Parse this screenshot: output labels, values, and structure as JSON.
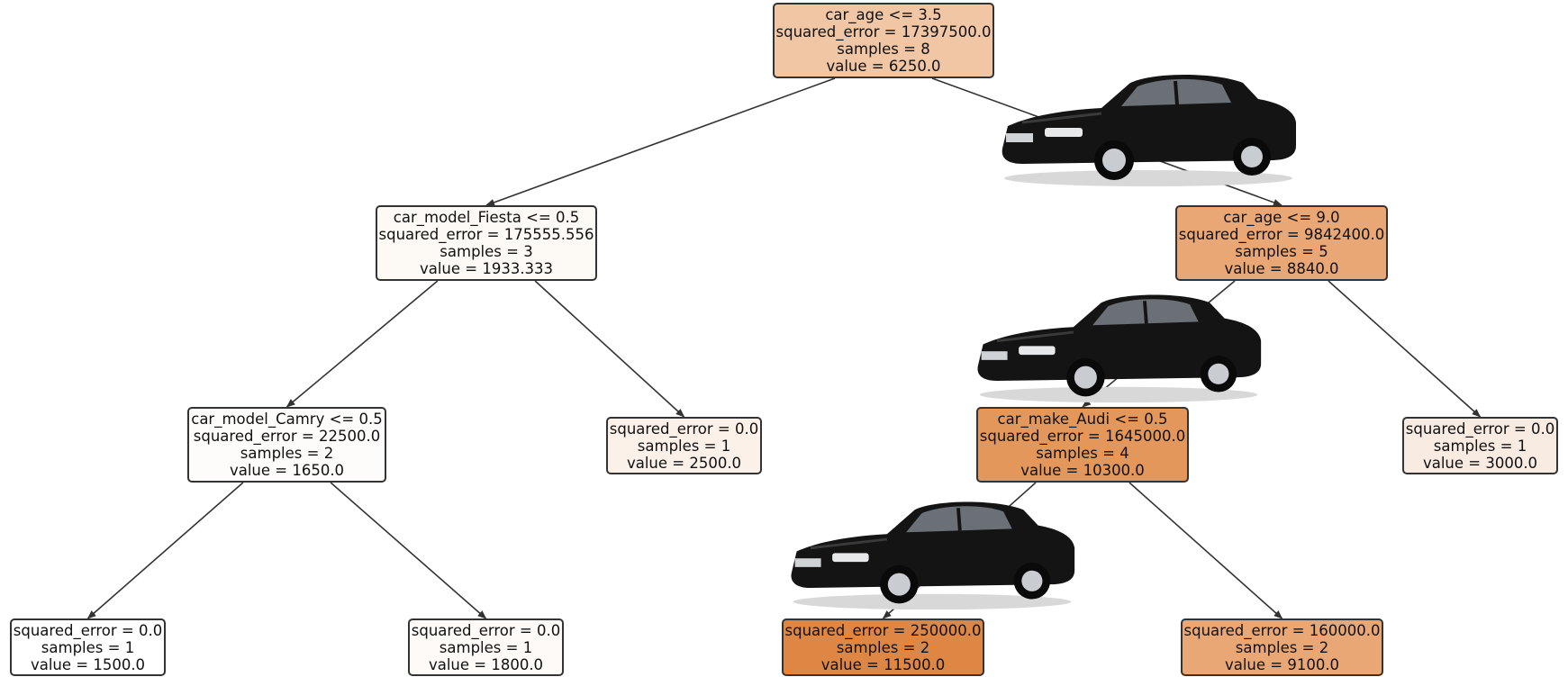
{
  "nodes": [
    {
      "id": "n0",
      "fill": "#f0c6a5",
      "condition": "car_age <= 3.5",
      "squared_error": "squared_error = 17397500.0",
      "samples": "samples = 8",
      "value": "value = 6250.0"
    },
    {
      "id": "n1",
      "fill": "#fdf9f5",
      "condition": "car_model_Fiesta <= 0.5",
      "squared_error": "squared_error = 175555.556",
      "samples": "samples = 3",
      "value": "value = 1933.333"
    },
    {
      "id": "n2",
      "fill": "#fefcfa",
      "condition": "car_model_Camry <= 0.5",
      "squared_error": "squared_error = 22500.0",
      "samples": "samples = 2",
      "value": "value = 1650.0"
    },
    {
      "id": "n3",
      "fill": "#ffffff",
      "squared_error": "squared_error = 0.0",
      "samples": "samples = 1",
      "value": "value = 1500.0"
    },
    {
      "id": "n4",
      "fill": "#fdfaf7",
      "squared_error": "squared_error = 0.0",
      "samples": "samples = 1",
      "value": "value = 1800.0"
    },
    {
      "id": "n5",
      "fill": "#fbf1e9",
      "squared_error": "squared_error = 0.0",
      "samples": "samples = 1",
      "value": "value = 2500.0"
    },
    {
      "id": "n6",
      "fill": "#e9a775",
      "condition": "car_age <= 9.0",
      "squared_error": "squared_error = 9842400.0",
      "samples": "samples = 5",
      "value": "value = 8840.0"
    },
    {
      "id": "n7",
      "fill": "#e4975b",
      "condition": "car_make_Audi <= 0.5",
      "squared_error": "squared_error = 1645000.0",
      "samples": "samples = 4",
      "value": "value = 10300.0"
    },
    {
      "id": "n8",
      "fill": "#de8745",
      "squared_error": "squared_error = 250000.0",
      "samples": "samples = 2",
      "value": "value = 11500.0"
    },
    {
      "id": "n9",
      "fill": "#e9a775",
      "squared_error": "squared_error = 160000.0",
      "samples": "samples = 2",
      "value": "value = 9100.0"
    },
    {
      "id": "n10",
      "fill": "#f8ebe1",
      "squared_error": "squared_error = 0.0",
      "samples": "samples = 1",
      "value": "value = 3000.0"
    }
  ],
  "edges": [
    [
      "n0",
      "n1"
    ],
    [
      "n0",
      "n6"
    ],
    [
      "n1",
      "n2"
    ],
    [
      "n1",
      "n5"
    ],
    [
      "n2",
      "n3"
    ],
    [
      "n2",
      "n4"
    ],
    [
      "n6",
      "n7"
    ],
    [
      "n6",
      "n10"
    ],
    [
      "n7",
      "n8"
    ],
    [
      "n7",
      "n9"
    ]
  ],
  "colors": {
    "border": "#333333",
    "edge": "#333333",
    "text": "#111111",
    "car_body": "#141414"
  }
}
